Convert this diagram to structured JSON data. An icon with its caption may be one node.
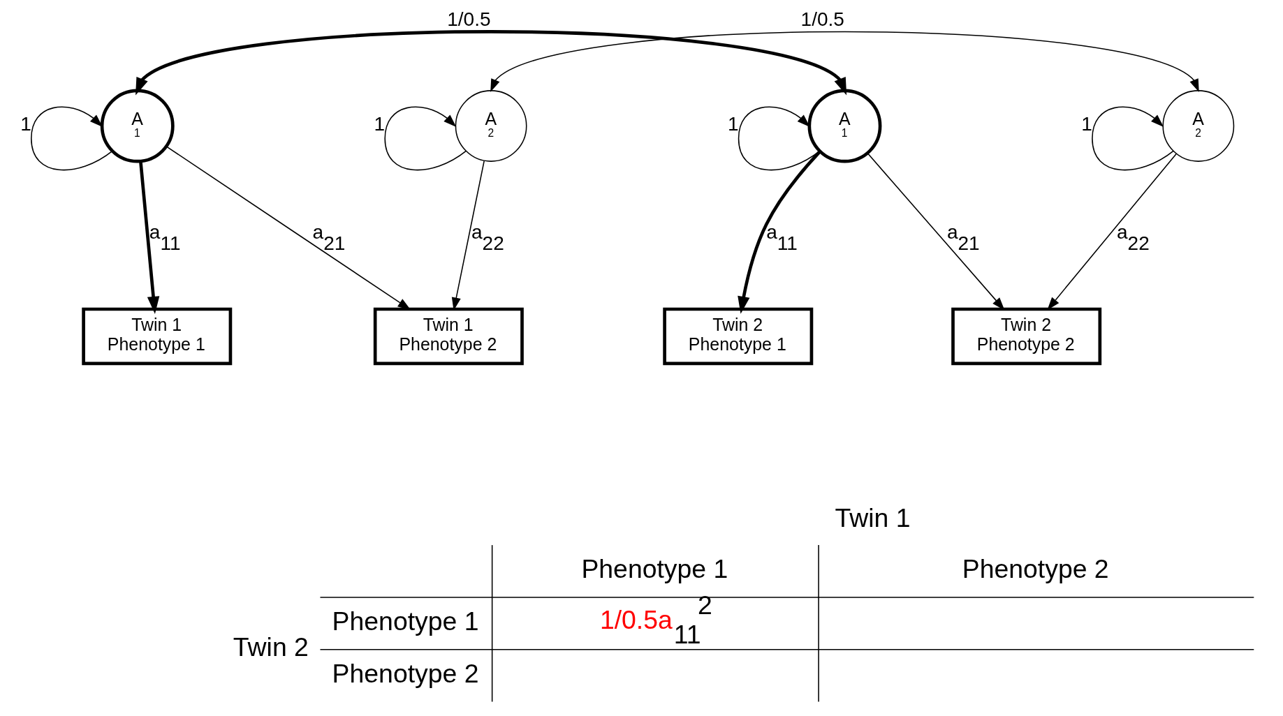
{
  "diagram": {
    "nodes": [
      {
        "text": [
          "A",
          "1"
        ]
      },
      {
        "text": [
          "A",
          "2"
        ]
      },
      {
        "text": [
          "A",
          "1"
        ]
      },
      {
        "text": [
          "A",
          "2"
        ]
      },
      {
        "text": [
          "Twin 1",
          "Phenotype 1"
        ]
      },
      {
        "text": [
          "Twin 1",
          "Phenotype 2"
        ]
      },
      {
        "text": [
          "Twin 2",
          "Phenotype 1"
        ]
      },
      {
        "text": [
          "Twin 2",
          "Phenotype 2"
        ]
      }
    ],
    "edges": [
      {
        "from": 0,
        "to": 0,
        "arrow": "to",
        "label": "1"
      },
      {
        "from": 1,
        "to": 1,
        "arrow": "to",
        "label": "1"
      },
      {
        "from": 2,
        "to": 2,
        "arrow": "to",
        "label": "1"
      },
      {
        "from": 3,
        "to": 3,
        "arrow": "to",
        "label": "1"
      },
      {
        "from": 0,
        "to": 2,
        "arrow": "both",
        "label": "1/0.5",
        "style": "thick"
      },
      {
        "from": 1,
        "to": 3,
        "arrow": "both",
        "label": "1/0.5"
      },
      {
        "from": 0,
        "to": 4,
        "arrow": "to",
        "label": "a$_{11}$",
        "style": "thick"
      },
      {
        "from": 0,
        "to": 5,
        "arrow": "to",
        "label": "a$_{21}$"
      },
      {
        "from": 1,
        "to": 5,
        "arrow": "to",
        "label": "a$_{22}$"
      },
      {
        "from": 2,
        "to": 6,
        "arrow": "to",
        "label": "a$_{11}$",
        "style": "thick"
      },
      {
        "from": 2,
        "to": 7,
        "arrow": "to",
        "label": "a$_{21}$"
      },
      {
        "from": 3,
        "to": 7,
        "arrow": "to",
        "label": "a$_{22}$"
      }
    ],
    "labels": [
      "Twin 1",
      "Phenotype 1",
      "Phenotype 2",
      "Twin 2",
      "Phenotype 1",
      "1/0.5a$_{11}$$^{2}$",
      "Phenotype 2"
    ]
  }
}
